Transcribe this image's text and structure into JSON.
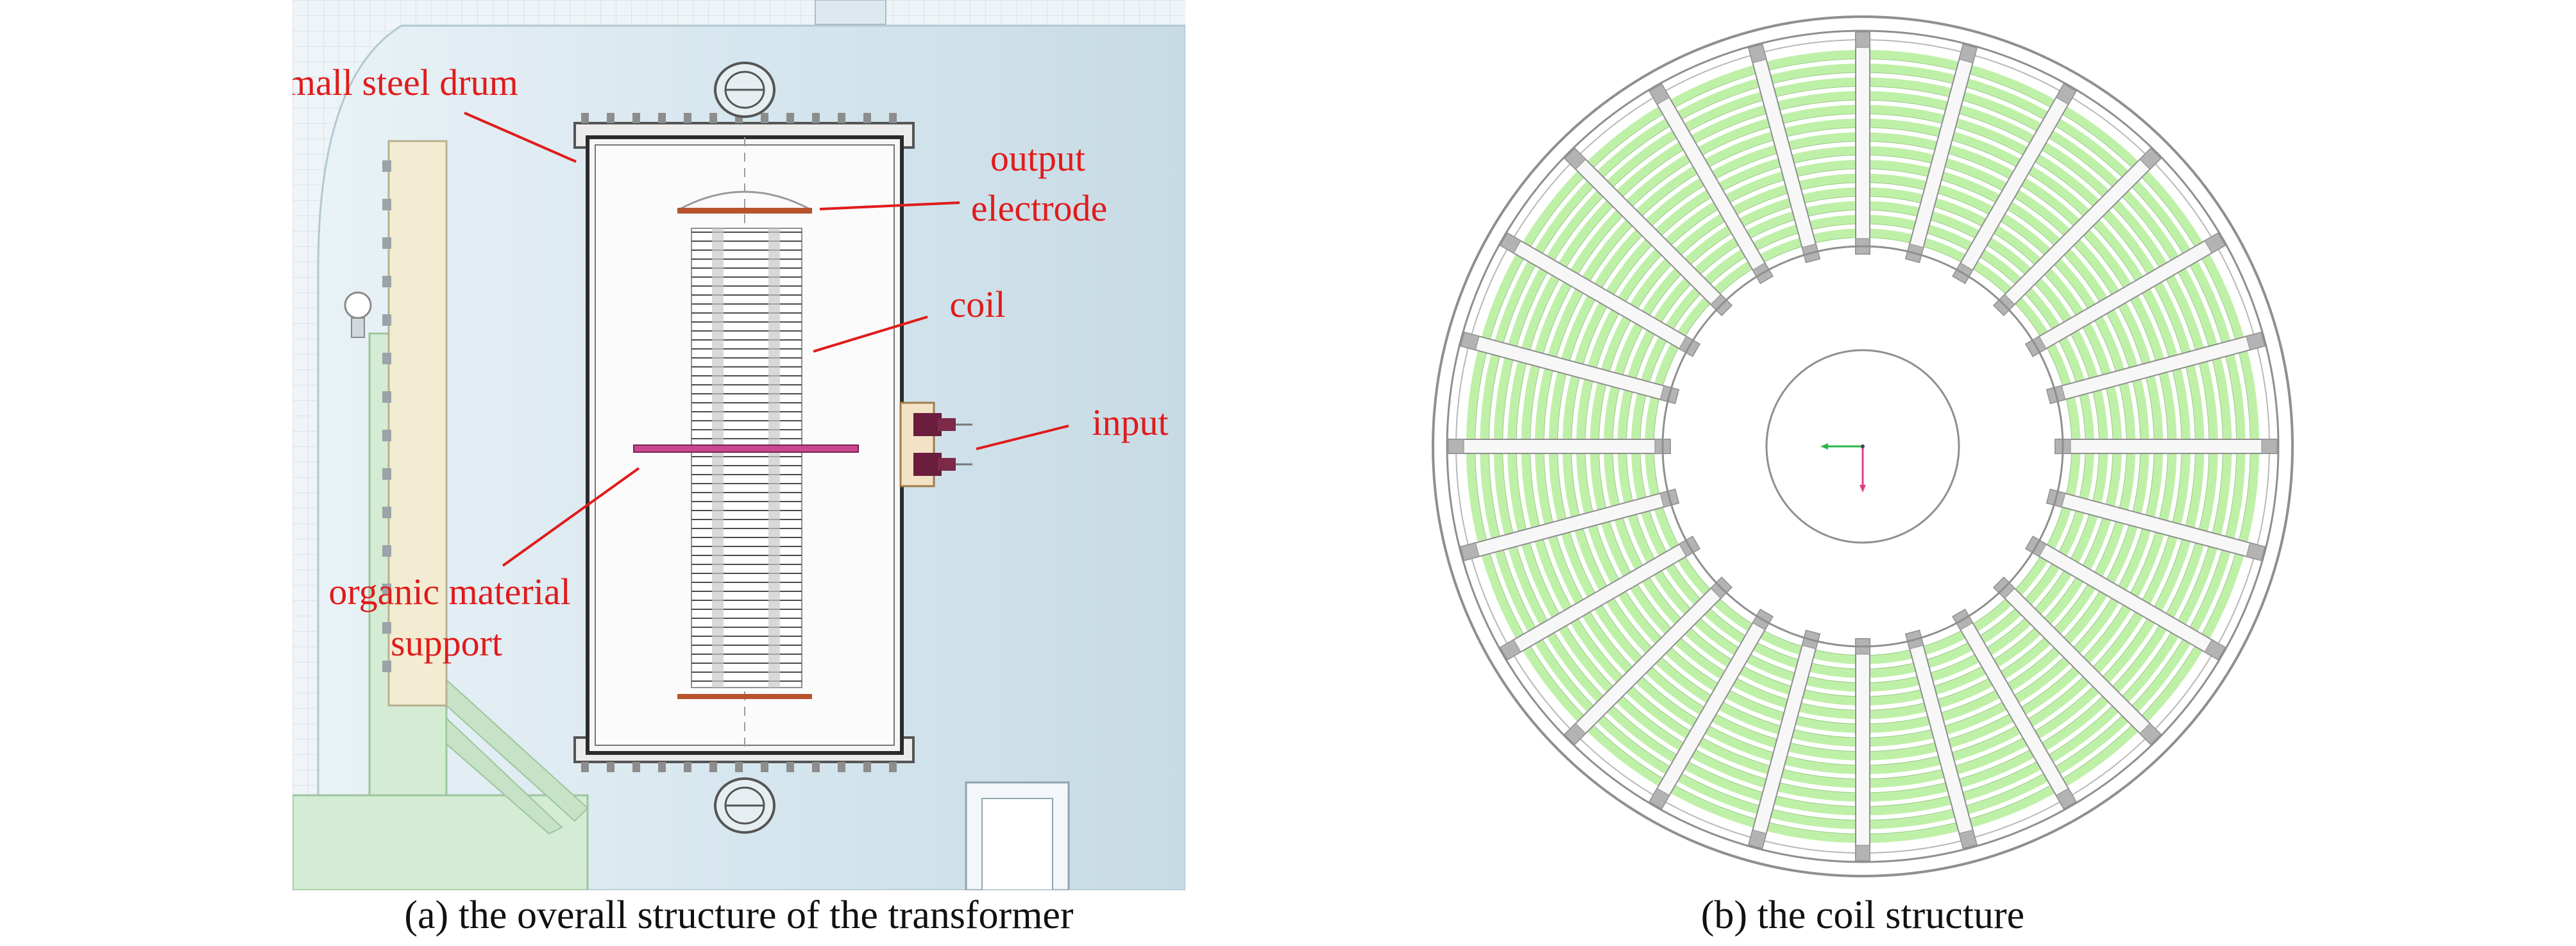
{
  "panel_a": {
    "labels": {
      "small_steel_drum": "small steel drum",
      "output_line1": "output",
      "output_line2": "electrode",
      "coil": "coil",
      "input": "input",
      "organic_line1": "organic material",
      "organic_line2": "support"
    },
    "caption": "(a) the overall structure of the transformer"
  },
  "panel_b": {
    "caption": "(b) the coil structure",
    "spoke_count": 24,
    "ring_count": 14
  },
  "colors": {
    "annotation": "#e01b1b",
    "background_blue": "#dbe9ef",
    "grid": "#c6d7df",
    "frame_green": "#cfe7cf",
    "coil_green": "#bff0a8",
    "outline": "#8f8f8f",
    "input_maroon": "#6a1d3c"
  }
}
